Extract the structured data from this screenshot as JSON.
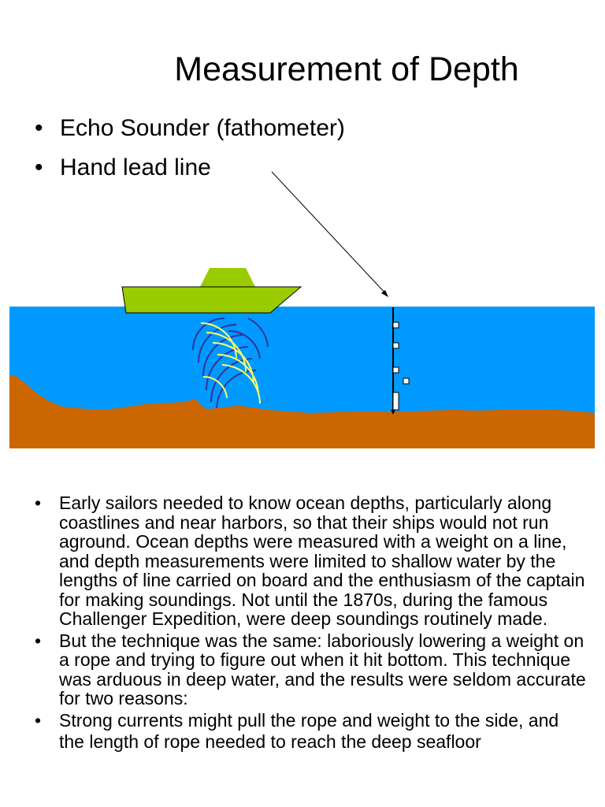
{
  "slide": {
    "title": "Measurement of Depth",
    "bullets": [
      "Echo Sounder (fathometer)",
      "Hand lead line"
    ]
  },
  "diagram": {
    "colors": {
      "water": "#0099FF",
      "seafloor": "#CC6600",
      "ship_hull": "#99CC00",
      "sound_blue": "#333399",
      "sound_yellow": "#FFFF66",
      "line": "#000000",
      "line_markers": "#FFFFFF"
    },
    "icons": [
      "ship",
      "sound-waves",
      "lead-line",
      "pointer-arrow"
    ]
  },
  "notes": [
    "Early sailors needed to know ocean depths, particularly along coastlines and near harbors, so that their ships would not run aground. Ocean depths were measured with a weight on a line, and depth measurements were limited to shallow water by the lengths of line carried on board and the enthusiasm of the captain for making soundings. Not until the 1870s, during the famous Challenger Expedition, were deep soundings routinely made.",
    " But the technique was the same: laboriously lowering a weight on a rope and trying to figure out when it hit bottom. This technique was arduous in deep water, and the results were seldom accurate for two reasons:",
    "Strong currents might pull the rope and weight to the side, and",
    "the length of rope needed to reach the deep seafloor"
  ]
}
